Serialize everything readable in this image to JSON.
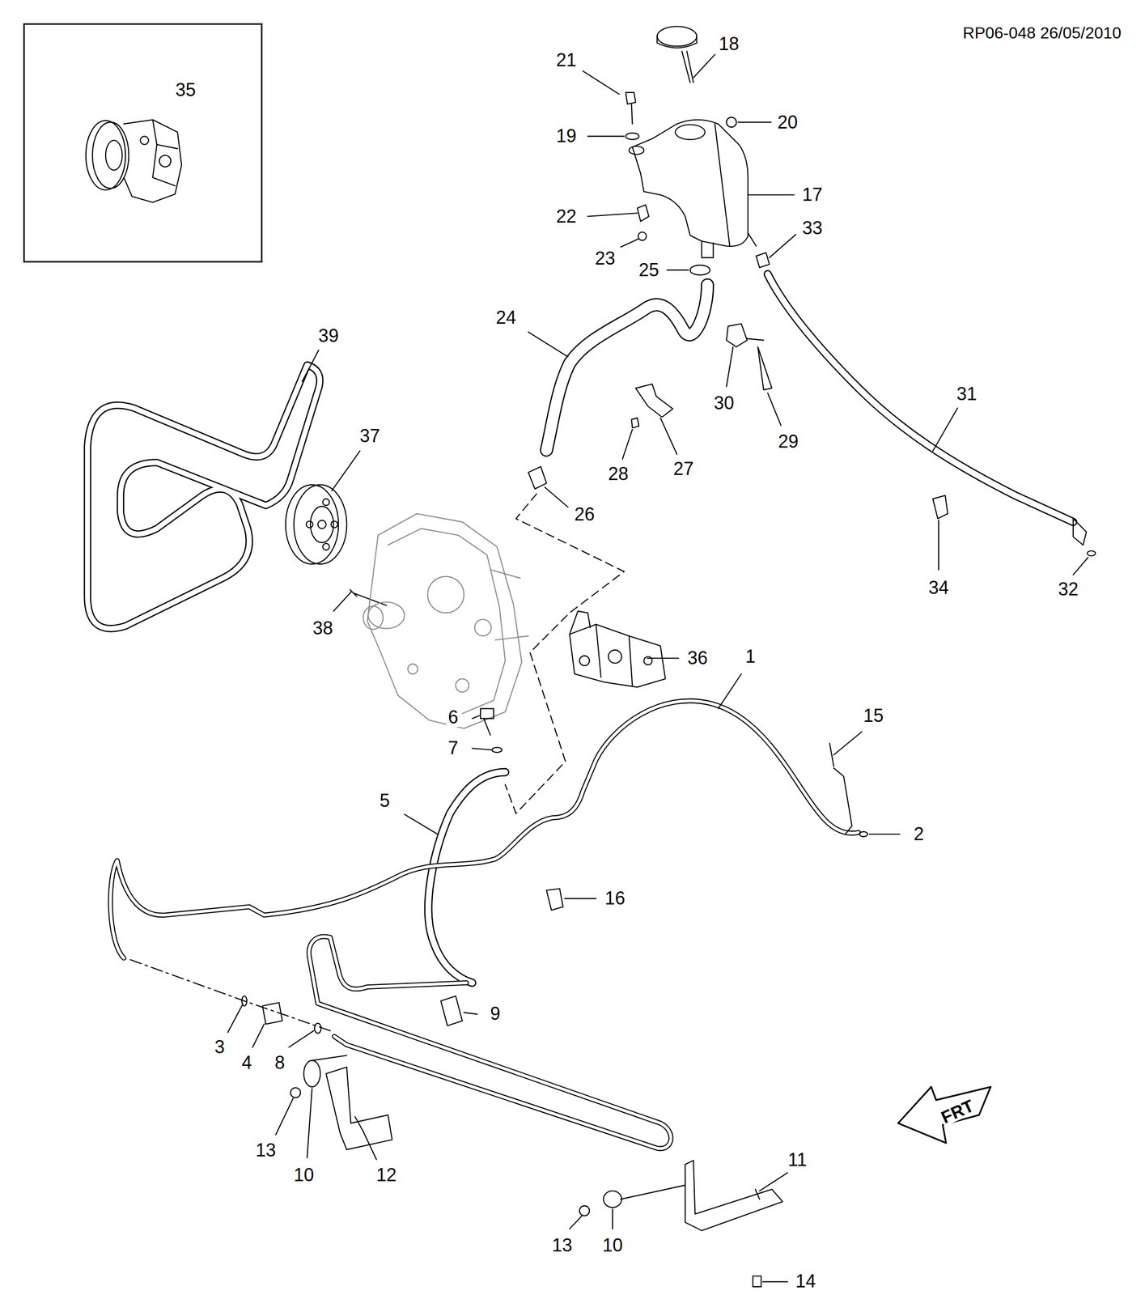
{
  "diagram": {
    "nodes": [
      {
        "text": [
          "35"
        ]
      }
    ],
    "labels": [
      "RP06-048 26/05/2010",
      "21",
      "18",
      "19",
      "20",
      "17",
      "22",
      "23",
      "33",
      "25",
      "24",
      "39",
      "31",
      "30",
      "29",
      "37",
      "28",
      "27",
      "26",
      "34",
      "32",
      "38",
      "36",
      "1",
      "6",
      "15",
      "7",
      "5",
      "2",
      "16",
      "9",
      "3",
      "4",
      "8",
      "13",
      "10",
      "12",
      "11",
      "13",
      "10",
      "14",
      "FRT"
    ]
  }
}
